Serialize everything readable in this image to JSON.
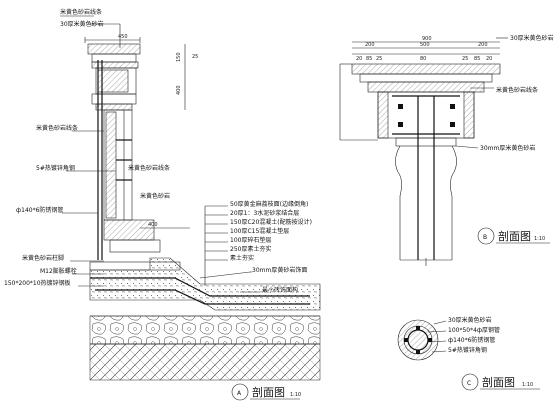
{
  "left_section": {
    "labels": {
      "top1": "米黄色砂岩线条",
      "top2": "30厚米黄色砂岩",
      "mid1": "米黄色砂岩线条",
      "mid2": "5#热镀锌角钢",
      "mid3": "米黄色砂岩线条",
      "mid4": "米黄色砂岩",
      "pipe": "ф140*6防锈钢管",
      "bot1": "米黄色砂岩柱脚",
      "bot2": "M12膨胀螺栓",
      "bot3": "150*200*10热镀锌钢板"
    },
    "layers": [
      "50厚黄金麻荔枝面(边缘倒角)",
      "20厚1：3水泥砂浆结合层",
      "150厚C20混凝土(配筋按设计)",
      "100厚C15混凝土垫层",
      "100厚碎石垫层",
      "250厚素土夯实",
      "素土夯实"
    ],
    "callout_1": "30mm厚黄砂岩饰面",
    "callout_2": "最小砖饰面构",
    "dims": [
      "450",
      "400",
      "150",
      "25",
      "400"
    ],
    "title": "剖面图",
    "scale": "1:10",
    "badge": "A"
  },
  "right_top": {
    "labels": {
      "top": "30厚米黄色砂岩",
      "mid": "米黄色砂岩线条",
      "low": "30mm厚米黄色砂岩"
    },
    "dims_top": [
      "900",
      "200",
      "500",
      "200"
    ],
    "dims_sub": [
      "20",
      "85",
      "25",
      "80",
      "25",
      "85",
      "20"
    ],
    "title": "剖面图",
    "scale": "1:10",
    "badge": "B"
  },
  "right_bottom": {
    "labels": {
      "l1": "30厚米黄色砂岩",
      "l2": "100*50*4ф厚钢管",
      "l3": "ф140*6防锈钢管",
      "l4": "5#热镀锌角钢"
    },
    "title": "剖面图",
    "scale": "1:10",
    "badge": "C"
  }
}
